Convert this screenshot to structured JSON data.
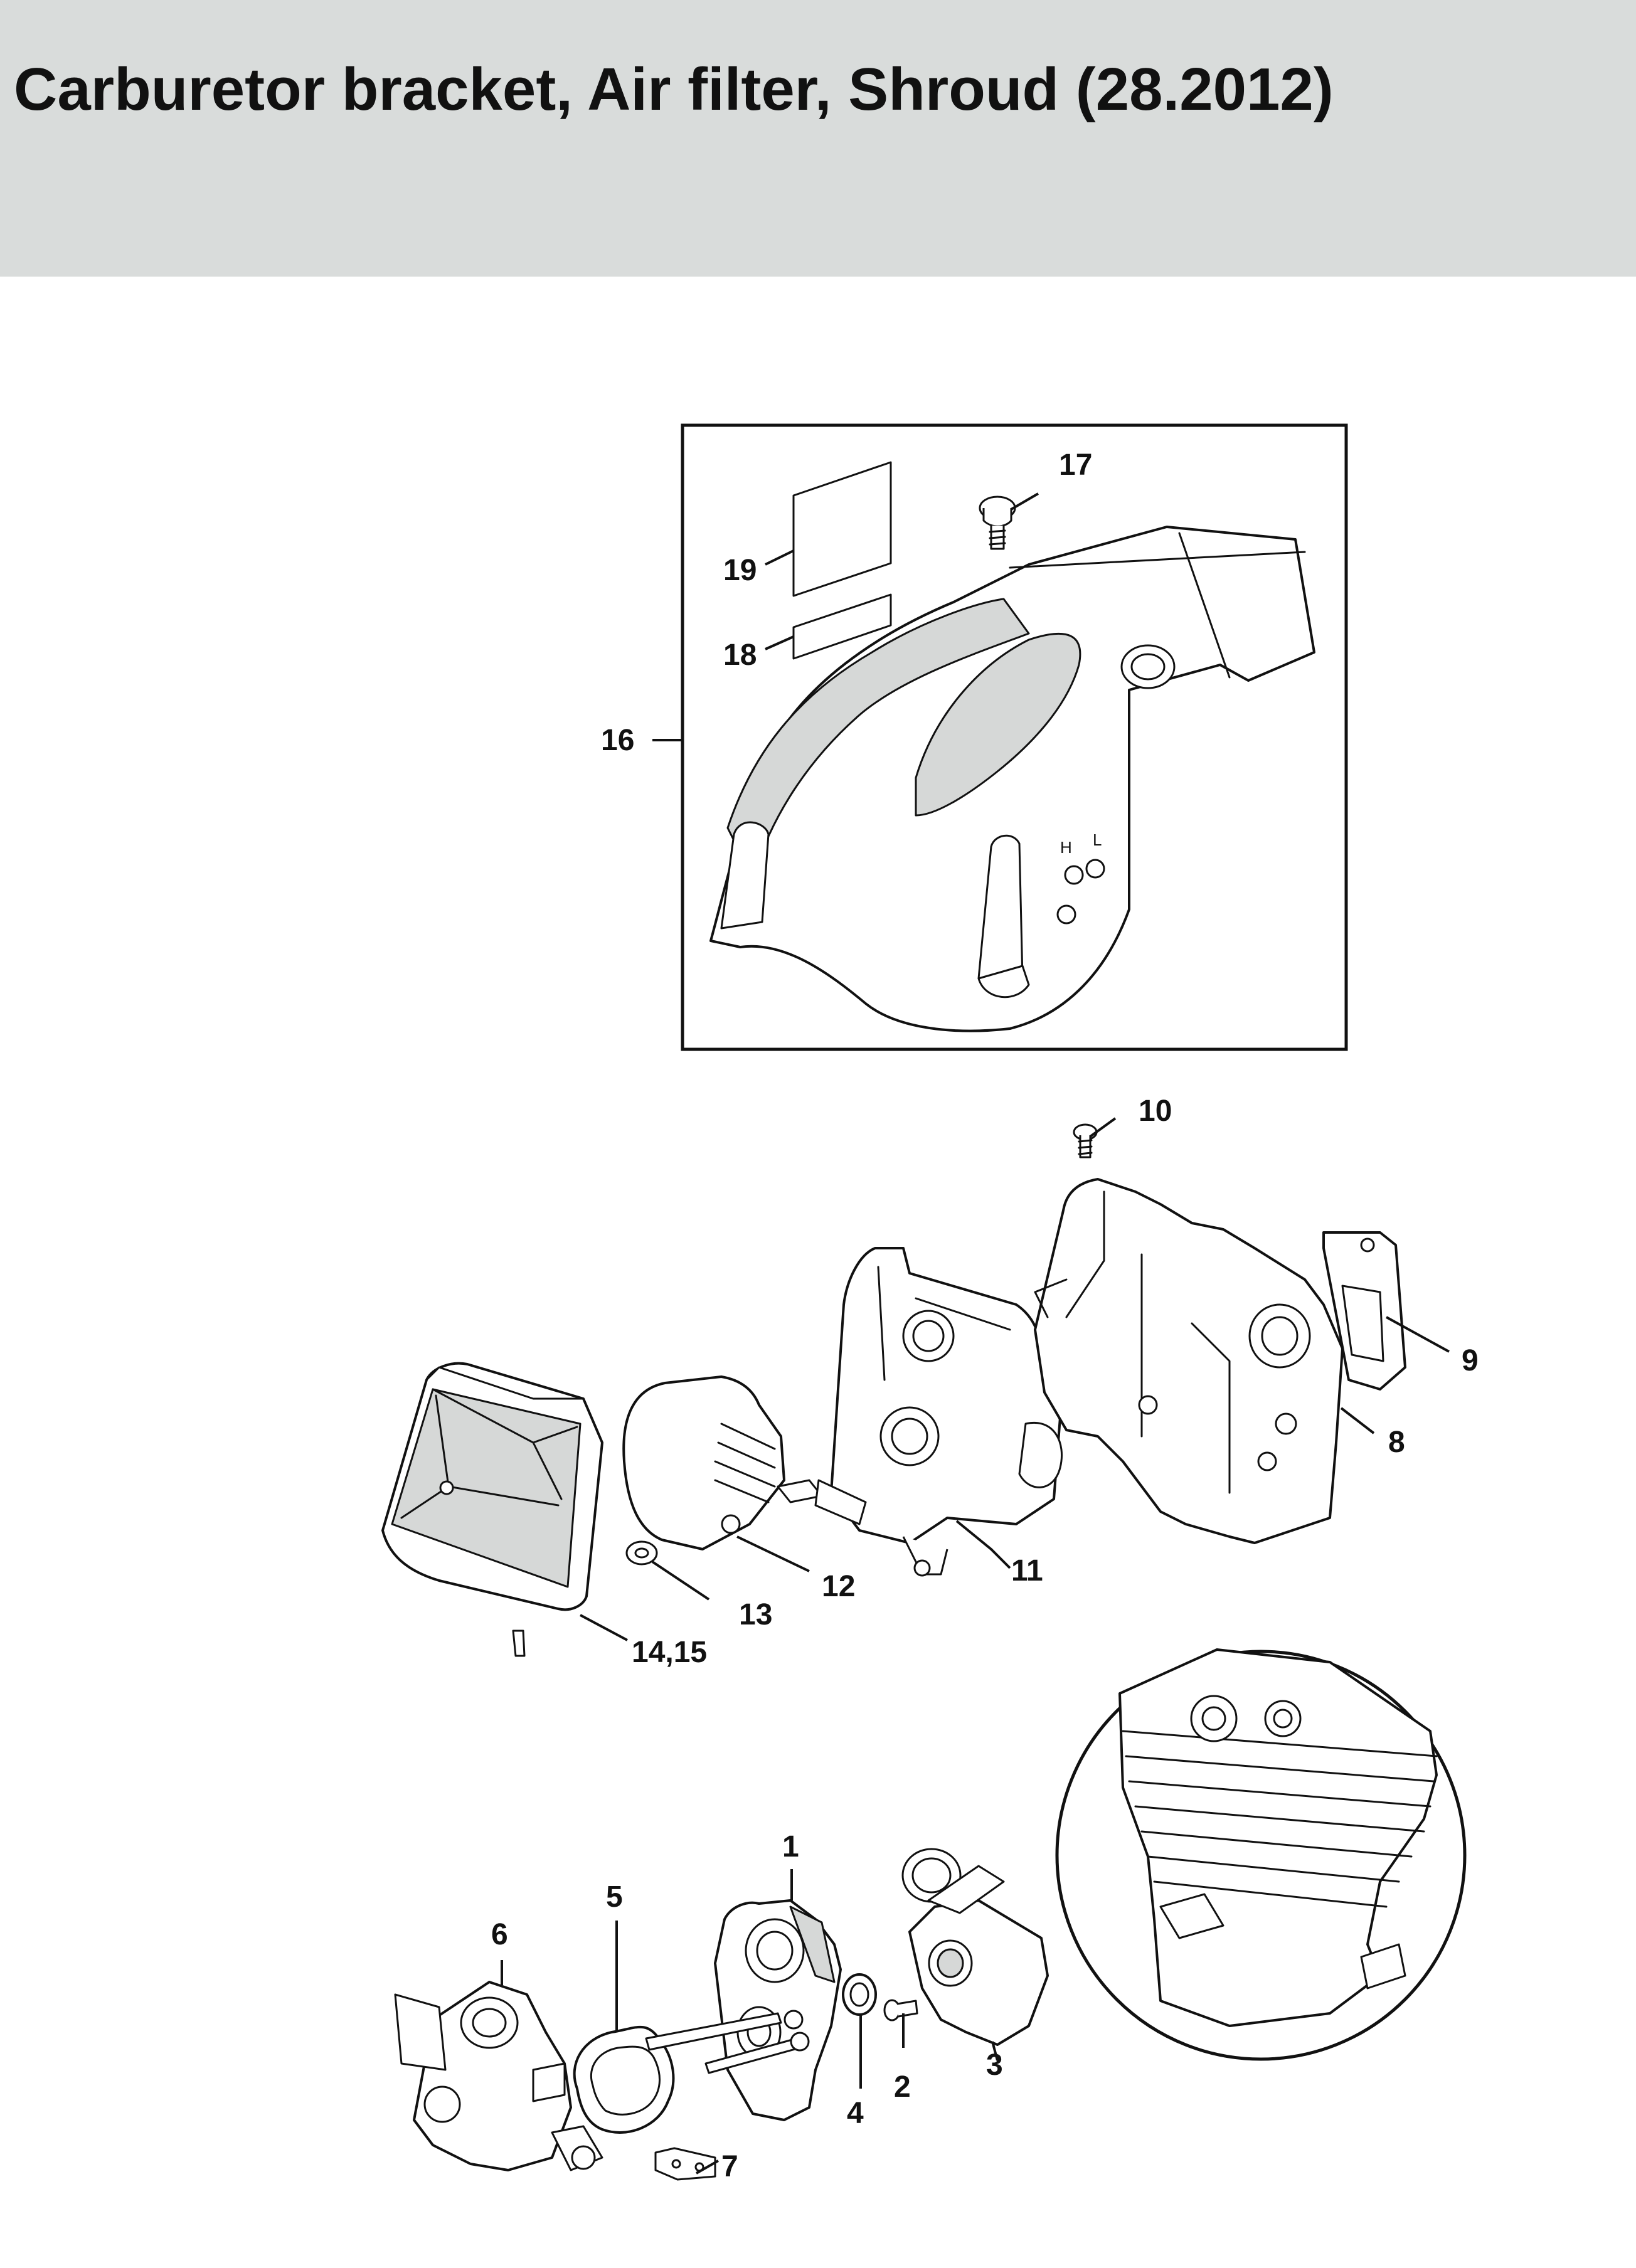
{
  "page": {
    "title": "Carburetor bracket, Air filter, Shroud (28.2012)"
  },
  "colors": {
    "header_band": "#d9dcdb",
    "ink": "#111111",
    "shading": "#d6d8d7"
  },
  "callouts": {
    "c1": "1",
    "c2": "2",
    "c3": "3",
    "c4": "4",
    "c5": "5",
    "c6": "6",
    "c7": "7",
    "c8": "8",
    "c9": "9",
    "c10": "10",
    "c11": "11",
    "c12": "12",
    "c13": "13",
    "c14_15": "14,15",
    "c16": "16",
    "c17": "17",
    "c18": "18",
    "c19": "19"
  },
  "shroud_markings": {
    "adjust_high": "H",
    "adjust_low": "L"
  }
}
